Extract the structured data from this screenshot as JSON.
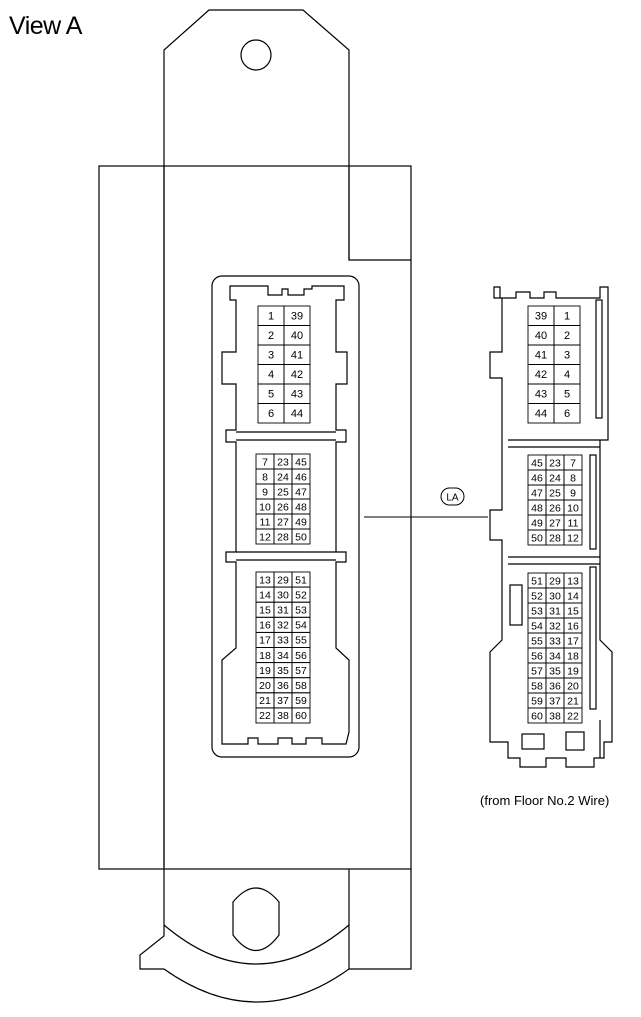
{
  "title": "View A",
  "caption": "(from Floor No.2 Wire)",
  "connector_label": "LA",
  "left_connector": {
    "section1": [
      [
        "1",
        "39"
      ],
      [
        "2",
        "40"
      ],
      [
        "3",
        "41"
      ],
      [
        "4",
        "42"
      ],
      [
        "5",
        "43"
      ],
      [
        "6",
        "44"
      ]
    ],
    "section2": [
      [
        "7",
        "23",
        "45"
      ],
      [
        "8",
        "24",
        "46"
      ],
      [
        "9",
        "25",
        "47"
      ],
      [
        "10",
        "26",
        "48"
      ],
      [
        "11",
        "27",
        "49"
      ],
      [
        "12",
        "28",
        "50"
      ]
    ],
    "section3": [
      [
        "13",
        "29",
        "51"
      ],
      [
        "14",
        "30",
        "52"
      ],
      [
        "15",
        "31",
        "53"
      ],
      [
        "16",
        "32",
        "54"
      ],
      [
        "17",
        "33",
        "55"
      ],
      [
        "18",
        "34",
        "56"
      ],
      [
        "19",
        "35",
        "57"
      ],
      [
        "20",
        "36",
        "58"
      ],
      [
        "21",
        "37",
        "59"
      ],
      [
        "22",
        "38",
        "60"
      ]
    ]
  },
  "right_connector": {
    "section1": [
      [
        "39",
        "1"
      ],
      [
        "40",
        "2"
      ],
      [
        "41",
        "3"
      ],
      [
        "42",
        "4"
      ],
      [
        "43",
        "5"
      ],
      [
        "44",
        "6"
      ]
    ],
    "section2": [
      [
        "45",
        "23",
        "7"
      ],
      [
        "46",
        "24",
        "8"
      ],
      [
        "47",
        "25",
        "9"
      ],
      [
        "48",
        "26",
        "10"
      ],
      [
        "49",
        "27",
        "11"
      ],
      [
        "50",
        "28",
        "12"
      ]
    ],
    "section3": [
      [
        "51",
        "29",
        "13"
      ],
      [
        "52",
        "30",
        "14"
      ],
      [
        "53",
        "31",
        "15"
      ],
      [
        "54",
        "32",
        "16"
      ],
      [
        "55",
        "33",
        "17"
      ],
      [
        "56",
        "34",
        "18"
      ],
      [
        "57",
        "35",
        "19"
      ],
      [
        "58",
        "36",
        "20"
      ],
      [
        "59",
        "37",
        "21"
      ],
      [
        "60",
        "38",
        "22"
      ]
    ]
  }
}
